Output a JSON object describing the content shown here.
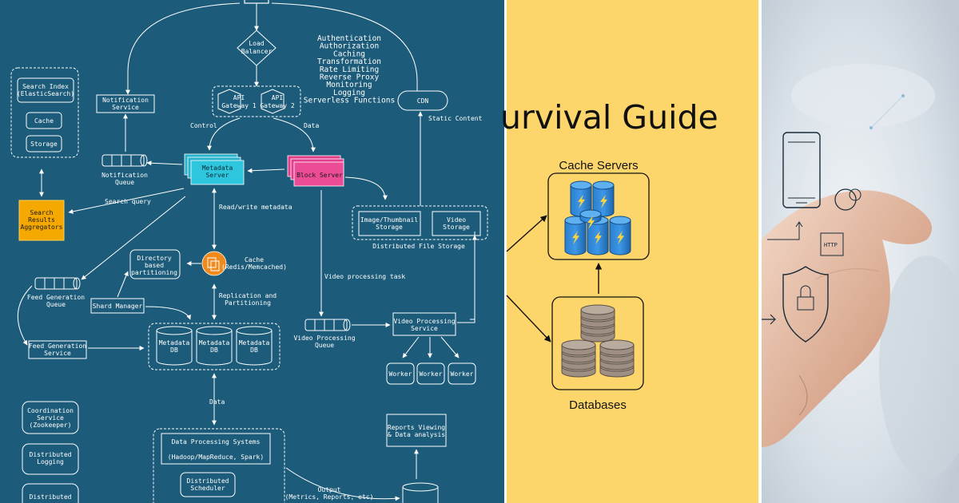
{
  "panel_left": {
    "bg_color": "#1c5b79",
    "load_balancer": "Load\nBalancer",
    "features": [
      "Authentication",
      "Authorization",
      "Caching",
      "Transformation",
      "Rate Limiting",
      "Reverse Proxy",
      "Monitoring",
      "Logging",
      "Serverless Functions"
    ],
    "api_gateway_1": "API\nGateway 1",
    "api_gateway_2": "API\nGateway 2",
    "cdn": "CDN",
    "static_content": "Static Content",
    "notification_service": "Notification\nService",
    "notification_queue": "Notification\nQueue",
    "search_index": "Search Index\n(ElasticSearch)",
    "cache_small": "Cache",
    "storage_small": "Storage",
    "search_results": "Search\nResults\nAggregators",
    "search_query": "Search query",
    "control": "Control",
    "data_top": "Data",
    "metadata_server": "Metadata\nServer",
    "block_server": "Block Server",
    "read_write": "Read/write metadata",
    "image_storage": "Image/Thumbnail\nStorage",
    "video_storage": "Video\nStorage",
    "distributed_file_storage": "Distributed File Storage",
    "directory_partitioning": "Directory\nbased\npartitioning",
    "cache_redis": "Cache\n(Redis/Memcached)",
    "video_task": "Video processing task",
    "feed_queue": "Feed Generation\nQueue",
    "shard_manager": "Shard Manager",
    "replication": "Replication and\nPartitioning",
    "video_queue": "Video Processing\nQueue",
    "video_service": "Video Processing\nService",
    "feed_service": "Feed Generation\nService",
    "metadata_db": "Metadata\nDB",
    "worker": "Worker",
    "data_bottom": "Data",
    "coordination": "Coordination\nService\n(Zookeeper)",
    "dist_logging": "Distributed\nLogging",
    "dist_tracing": "Distributed",
    "data_processing": "Data Processing Systems",
    "hadoop": "(Hadoop/MapReduce, Spark)",
    "scheduler": "Distributed\nScheduler",
    "reports": "Reports Viewing\n& Data analysis",
    "output": "Output\n(Metrics, Reports, etc)"
  },
  "panel_middle": {
    "bg_color": "#fdd66b",
    "title": "urvival Guide",
    "cache_servers": "Cache Servers",
    "databases": "Databases"
  },
  "panel_right": {
    "http_label": "HTTP"
  }
}
